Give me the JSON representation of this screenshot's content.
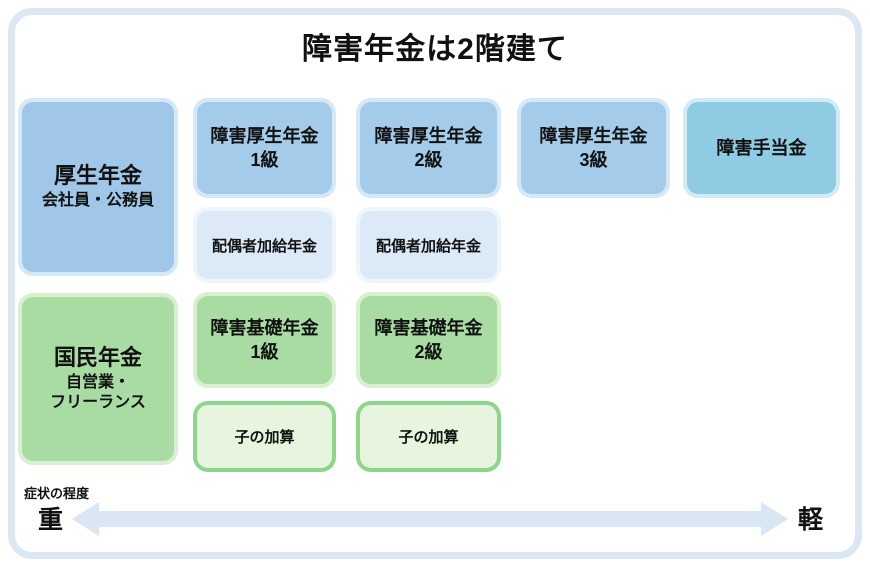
{
  "title": "障害年金は2階建て",
  "upper_tier": {
    "row_label": {
      "title": "厚生年金",
      "subtitle": "会社員・公務員"
    },
    "benefit_boxes": [
      {
        "line1": "障害厚生年金",
        "line2": "1級"
      },
      {
        "line1": "障害厚生年金",
        "line2": "2級"
      },
      {
        "line1": "障害厚生年金",
        "line2": "3級"
      },
      {
        "line1": "障害手当金"
      }
    ],
    "addon_boxes": [
      {
        "label": "配偶者加給年金"
      },
      {
        "label": "配偶者加給年金"
      }
    ]
  },
  "lower_tier": {
    "row_label": {
      "title": "国民年金",
      "subtitle1": "自営業・",
      "subtitle2": "フリーランス"
    },
    "benefit_boxes": [
      {
        "line1": "障害基礎年金",
        "line2": "1級"
      },
      {
        "line1": "障害基礎年金",
        "line2": "2級"
      }
    ],
    "addon_boxes": [
      {
        "label": "子の加算"
      },
      {
        "label": "子の加算"
      }
    ]
  },
  "axis": {
    "caption": "症状の程度",
    "left_end": "重",
    "right_end": "軽"
  },
  "colors": {
    "frame": "#dbe8f4",
    "pension_blue": "#a0c7e8",
    "benefit_blue": "#a4cbea",
    "allowance_cyan": "#8fcbe3",
    "addon_lightblue": "#dbeaf6",
    "pension_green": "#a8dca3",
    "addon_lightgreen": "#e7f5de",
    "addon_green_border": "#8cd58c",
    "arrow": "#d9e6f4"
  }
}
